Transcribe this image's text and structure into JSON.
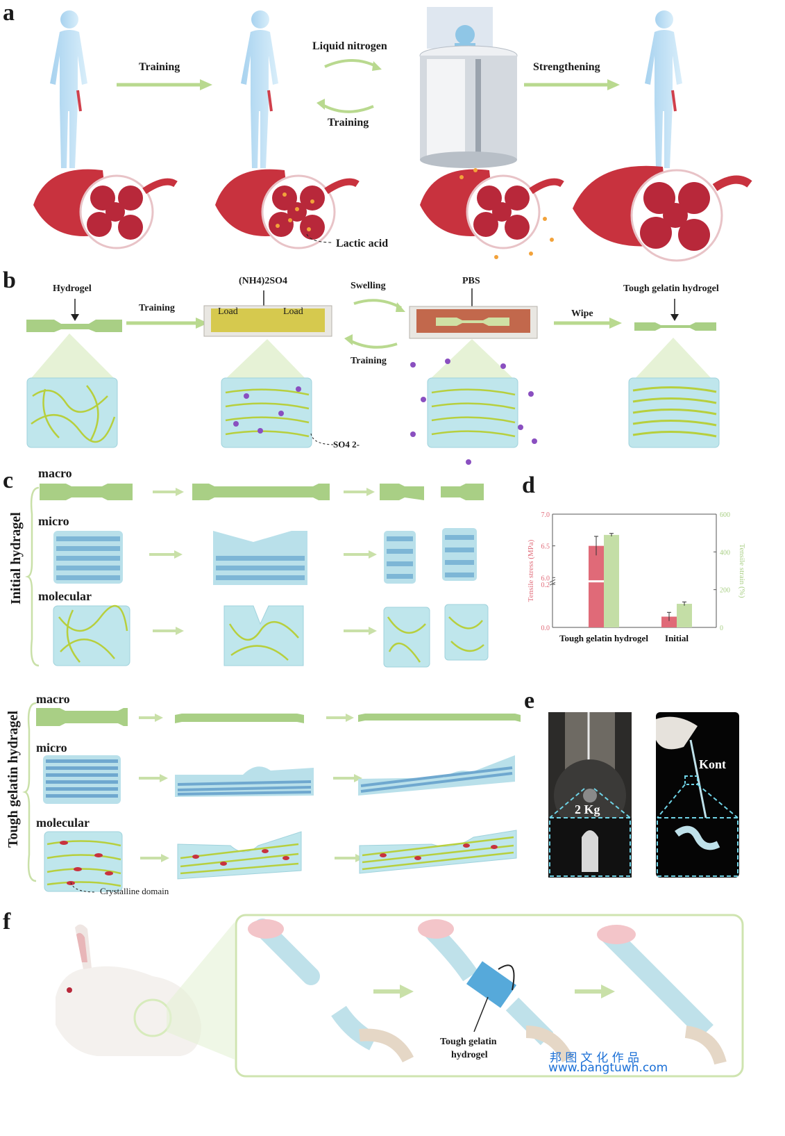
{
  "panels": {
    "a": "a",
    "b": "b",
    "c": "c",
    "d": "d",
    "e": "e",
    "f": "f"
  },
  "panel_a": {
    "training": "Training",
    "liquid_nitrogen": "Liquid nitrogen",
    "training_back": "Training",
    "strengthening": "Strengthening",
    "lactic_acid": "Lactic acid"
  },
  "panel_b": {
    "hydrogel": "Hydrogel",
    "training": "Training",
    "salt": "(NH4)2SO4",
    "load_left": "Load",
    "load_right": "Load",
    "swelling": "Swelling",
    "training_back": "Training",
    "pbs": "PBS",
    "wipe": "Wipe",
    "tough": "Tough gelatin hydrogel",
    "ion": "SO4 2-"
  },
  "panel_c": {
    "group_initial": "Initial hydragel",
    "group_tough": "Tough gelatin hydragel",
    "macro": "macro",
    "micro": "micro",
    "molecular": "molecular",
    "crystalline": "Crystalline domain"
  },
  "chart_data": {
    "type": "bar",
    "categories": [
      "Tough gelatin hydrogel",
      "Initial"
    ],
    "series": [
      {
        "name": "Tensile stress (MPa)",
        "axis": "left",
        "color": "#e06a78",
        "values": [
          6.5,
          0.05
        ],
        "errors": [
          0.15,
          0.02
        ]
      },
      {
        "name": "Tensile strain (%)",
        "axis": "right",
        "color": "#c4dea6",
        "values": [
          490,
          125
        ],
        "errors": [
          8,
          10
        ]
      }
    ],
    "ylabel_left": "Tensile stress (MPa)",
    "ylabel_right": "Tensile strain (%)",
    "yticks_left": [
      "0.0",
      "0.2",
      "6.0",
      "6.5",
      "7.0"
    ],
    "yticks_right": [
      "0",
      "200",
      "400",
      "600"
    ],
    "ylim_right": [
      0,
      600
    ],
    "axis_break": true
  },
  "panel_e": {
    "weight": "2 Kg",
    "knot": "Kont"
  },
  "panel_f": {
    "tough_line1": "Tough gelatin",
    "tough_line2": "hydrogel"
  },
  "watermark": {
    "line1": "邦 图 文 化 作 品",
    "line2": "www.bangtuwh.com"
  },
  "colors": {
    "arrow_green": "#b9d98f",
    "gel_green": "#a9cf85",
    "gel_block": "#bfe6ec",
    "muscle_red": "#c8323e",
    "stress_bar": "#e06a78",
    "strain_bar": "#c4dea6",
    "ion_purple": "#8a4fc0"
  }
}
